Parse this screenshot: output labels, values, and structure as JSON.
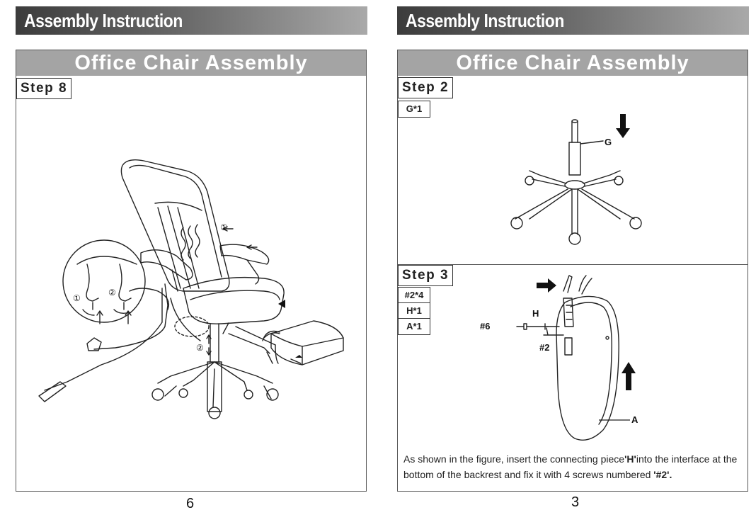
{
  "pages": [
    {
      "header": "Assembly Instruction",
      "band": "Office Chair Assembly",
      "step": "Step 8",
      "page_number": "6",
      "callouts": {
        "one": "①",
        "two": "②"
      }
    },
    {
      "header": "Assembly Instruction",
      "band": "Office Chair Assembly",
      "steps": [
        {
          "label": "Step 2",
          "parts": [
            "G*1"
          ],
          "labels": {
            "g": "G"
          }
        },
        {
          "label": "Step 3",
          "parts": [
            "#2*4",
            "H*1",
            "A*1"
          ],
          "labels": {
            "h": "H",
            "six": "#6",
            "two": "#2",
            "a": "A"
          }
        }
      ],
      "caption": {
        "part1": "As shown in the figure, insert the connecting piece",
        "piece": "'H'",
        "part2": "into the interface at the bottom of the backrest and fix it with 4 screws numbered",
        "screw": "'#2'."
      },
      "page_number": "3"
    }
  ]
}
